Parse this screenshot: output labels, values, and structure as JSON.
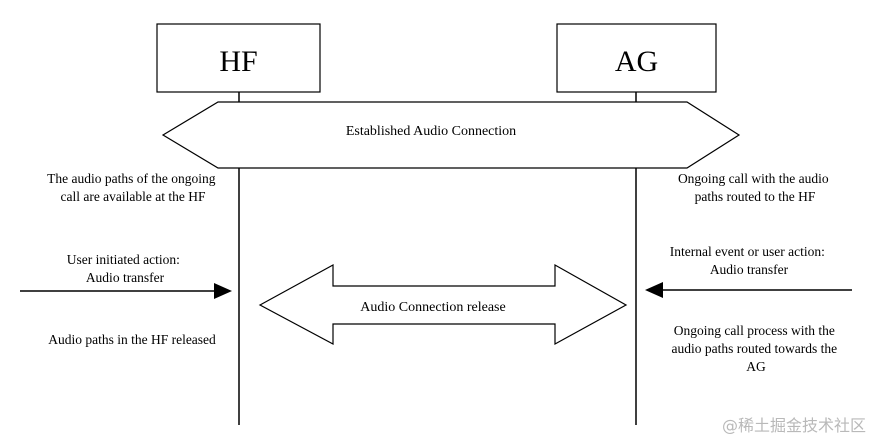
{
  "entities": {
    "left": {
      "label": "HF"
    },
    "right": {
      "label": "AG"
    }
  },
  "bands": {
    "established": {
      "label": "Established Audio Connection"
    },
    "release": {
      "label": "Audio Connection release"
    }
  },
  "notes": {
    "left_audio_paths": [
      "The audio paths of the ongoing",
      "call are available at the HF"
    ],
    "right_ongoing_call": [
      "Ongoing call with the audio",
      "paths routed to the HF"
    ],
    "left_user_action": [
      "User initiated action:",
      "Audio transfer"
    ],
    "right_internal_event": [
      "Internal event or user action:",
      "Audio transfer"
    ],
    "left_released": [
      "Audio paths in the HF released"
    ],
    "right_ongoing_process": [
      "Ongoing call process with the",
      "audio paths routed towards the",
      "AG"
    ]
  },
  "watermark": "@稀土掘金技术社区",
  "colors": {
    "line": "#000000",
    "background": "#ffffff",
    "watermark": "#b9b9b9"
  }
}
